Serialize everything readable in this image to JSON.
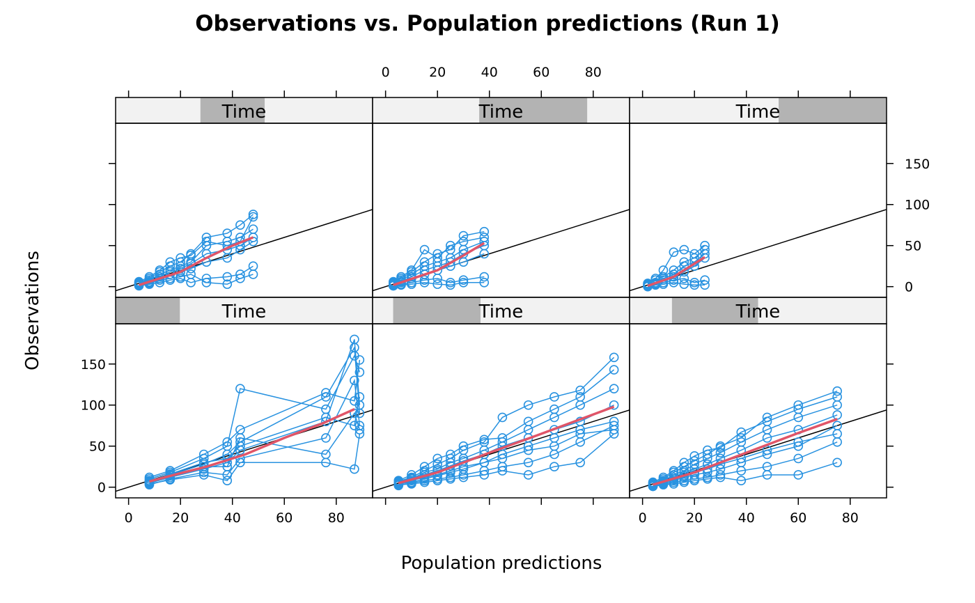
{
  "chart_data": {
    "type": "scatter",
    "title": "Observations vs. Population predictions (Run 1)",
    "xlabel": "Population predictions",
    "ylabel": "Observations",
    "strip_label": "Time",
    "xlim": [
      -5,
      94
    ],
    "ylim": [
      -13,
      199
    ],
    "x_ticks": [
      0,
      20,
      40,
      60,
      80
    ],
    "y_ticks": [
      0,
      50,
      100,
      150
    ],
    "colors": {
      "points": "#2892E0",
      "loess": "#E05568",
      "identity": "#000000",
      "strip_bg": "#F2F2F2",
      "strip_shade": "#B3B3B3"
    },
    "panels": [
      {
        "name": "panel-1",
        "time_range": [
          0,
          0.25
        ],
        "pred": [
          8,
          16,
          29,
          38,
          43,
          76,
          87,
          89
        ],
        "profiles": [
          [
            5,
            12,
            22,
            30,
            45,
            80,
            180,
            100
          ],
          [
            8,
            15,
            28,
            40,
            55,
            110,
            170,
            90
          ],
          [
            3,
            10,
            18,
            15,
            35,
            60,
            130,
            75
          ],
          [
            10,
            18,
            35,
            50,
            120,
            95,
            160,
            140
          ],
          [
            6,
            14,
            25,
            25,
            60,
            40,
            90,
            70
          ],
          [
            12,
            20,
            40,
            55,
            70,
            115,
            105,
            155
          ],
          [
            4,
            9,
            15,
            8,
            30,
            30,
            22,
            65
          ],
          [
            7,
            16,
            30,
            35,
            50,
            85,
            75,
            110
          ]
        ],
        "loess": [
          [
            8,
            7
          ],
          [
            20,
            17
          ],
          [
            30,
            25
          ],
          [
            45,
            40
          ],
          [
            60,
            60
          ],
          [
            75,
            78
          ],
          [
            87,
            95
          ]
        ]
      },
      {
        "name": "panel-2",
        "time_range": [
          0.08,
          0.42
        ],
        "pred": [
          5,
          10,
          15,
          20,
          25,
          30,
          38,
          45,
          55,
          65,
          75,
          88
        ],
        "profiles": [
          [
            3,
            8,
            12,
            15,
            20,
            25,
            30,
            40,
            50,
            60,
            70,
            80
          ],
          [
            5,
            10,
            18,
            22,
            30,
            35,
            45,
            55,
            70,
            85,
            100,
            120
          ],
          [
            2,
            5,
            8,
            10,
            12,
            15,
            20,
            25,
            30,
            40,
            55,
            75
          ],
          [
            7,
            12,
            20,
            28,
            35,
            45,
            55,
            85,
            100,
            110,
            118,
            158
          ],
          [
            4,
            6,
            10,
            14,
            18,
            22,
            30,
            35,
            45,
            50,
            65,
            70
          ],
          [
            6,
            11,
            15,
            20,
            26,
            32,
            40,
            50,
            60,
            70,
            80,
            100
          ],
          [
            3,
            4,
            6,
            8,
            10,
            12,
            15,
            20,
            15,
            25,
            30,
            65
          ],
          [
            8,
            15,
            25,
            35,
            40,
            50,
            58,
            60,
            80,
            95,
            110,
            143
          ]
        ],
        "loess": [
          [
            5,
            5
          ],
          [
            20,
            18
          ],
          [
            40,
            42
          ],
          [
            60,
            65
          ],
          [
            88,
            98
          ]
        ]
      },
      {
        "name": "panel-3",
        "time_range": [
          0.165,
          0.5
        ],
        "pred": [
          4,
          8,
          12,
          16,
          20,
          25,
          30,
          38,
          48,
          60,
          75
        ],
        "profiles": [
          [
            2,
            6,
            10,
            14,
            18,
            22,
            28,
            35,
            45,
            55,
            65
          ],
          [
            4,
            8,
            15,
            20,
            28,
            35,
            42,
            55,
            70,
            85,
            100
          ],
          [
            1,
            4,
            6,
            8,
            10,
            12,
            15,
            20,
            25,
            35,
            55
          ],
          [
            5,
            10,
            18,
            25,
            32,
            40,
            50,
            60,
            85,
            100,
            117
          ],
          [
            3,
            5,
            8,
            12,
            15,
            18,
            22,
            30,
            40,
            50,
            75
          ],
          [
            2,
            7,
            12,
            18,
            22,
            28,
            35,
            45,
            60,
            70,
            88
          ],
          [
            1,
            3,
            4,
            6,
            8,
            10,
            12,
            8,
            15,
            15,
            30
          ],
          [
            6,
            12,
            20,
            30,
            38,
            45,
            48,
            67,
            80,
            95,
            110
          ]
        ],
        "loess": [
          [
            4,
            3
          ],
          [
            20,
            18
          ],
          [
            40,
            42
          ],
          [
            60,
            66
          ],
          [
            75,
            83
          ]
        ]
      },
      {
        "name": "panel-4",
        "time_range": [
          0.33,
          0.58
        ],
        "pred": [
          4,
          8,
          12,
          16,
          20,
          24,
          30,
          38,
          43,
          48
        ],
        "profiles": [
          [
            2,
            5,
            10,
            15,
            18,
            22,
            30,
            35,
            45,
            55
          ],
          [
            4,
            8,
            15,
            20,
            25,
            30,
            50,
            55,
            60,
            70
          ],
          [
            1,
            3,
            5,
            8,
            10,
            5,
            10,
            12,
            15,
            25
          ],
          [
            5,
            10,
            18,
            25,
            30,
            40,
            60,
            65,
            75,
            88
          ],
          [
            3,
            6,
            12,
            18,
            22,
            28,
            40,
            45,
            50,
            60
          ],
          [
            2,
            4,
            8,
            10,
            12,
            15,
            5,
            3,
            10,
            15
          ],
          [
            6,
            12,
            20,
            30,
            35,
            38,
            55,
            50,
            55,
            85
          ]
        ],
        "loess": [
          [
            4,
            2
          ],
          [
            20,
            18
          ],
          [
            30,
            35
          ],
          [
            40,
            50
          ],
          [
            48,
            60
          ]
        ]
      },
      {
        "name": "panel-5",
        "time_range": [
          0.415,
          0.835
        ],
        "pred": [
          3,
          6,
          10,
          15,
          20,
          25,
          30,
          38
        ],
        "profiles": [
          [
            2,
            5,
            10,
            15,
            20,
            25,
            30,
            40
          ],
          [
            4,
            8,
            15,
            25,
            30,
            35,
            45,
            55
          ],
          [
            1,
            3,
            5,
            8,
            10,
            5,
            8,
            12
          ],
          [
            5,
            10,
            18,
            30,
            40,
            45,
            62,
            67
          ],
          [
            3,
            6,
            12,
            20,
            25,
            30,
            40,
            50
          ],
          [
            1,
            2,
            3,
            5,
            3,
            2,
            5,
            5
          ],
          [
            6,
            12,
            20,
            45,
            35,
            50,
            55,
            60
          ]
        ],
        "loess": [
          [
            3,
            2
          ],
          [
            20,
            20
          ],
          [
            30,
            38
          ],
          [
            38,
            53
          ]
        ]
      },
      {
        "name": "panel-6",
        "time_range": [
          0.58,
          1.0
        ],
        "pred": [
          2,
          5,
          8,
          12,
          16,
          20,
          24
        ],
        "profiles": [
          [
            1,
            4,
            8,
            12,
            18,
            25,
            35
          ],
          [
            3,
            8,
            12,
            20,
            30,
            35,
            45
          ],
          [
            0,
            2,
            3,
            5,
            3,
            2,
            2
          ],
          [
            4,
            10,
            20,
            42,
            45,
            40,
            50
          ],
          [
            2,
            5,
            10,
            15,
            25,
            30,
            40
          ],
          [
            1,
            3,
            5,
            8,
            10,
            5,
            8
          ]
        ],
        "loess": [
          [
            2,
            1
          ],
          [
            12,
            12
          ],
          [
            24,
            36
          ]
        ]
      }
    ]
  }
}
